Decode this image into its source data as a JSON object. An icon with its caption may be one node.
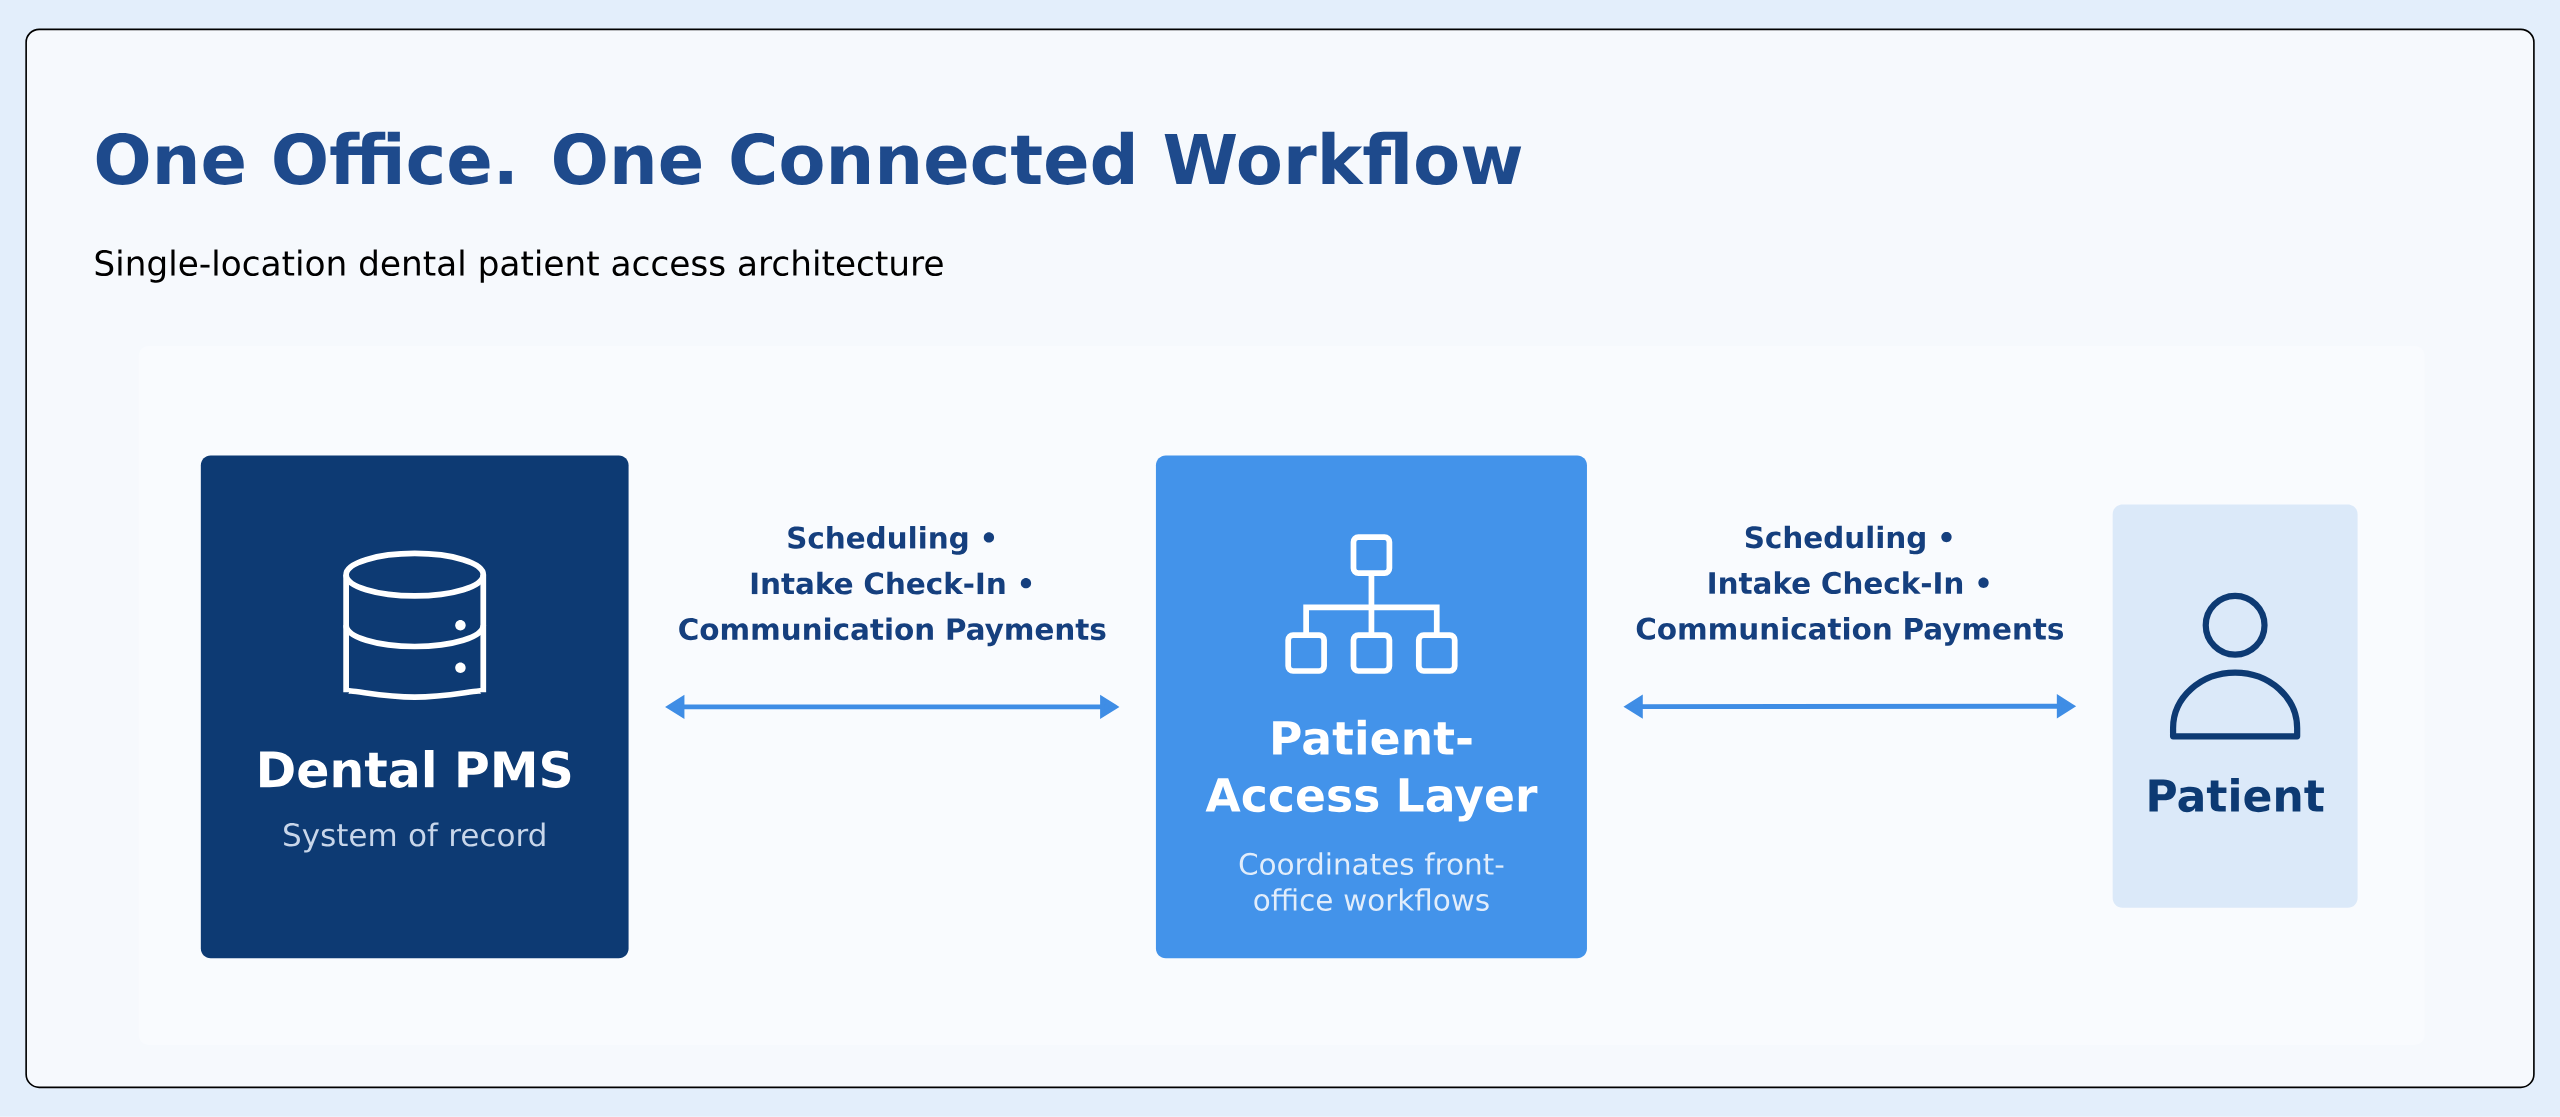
{
  "diagram": {
    "title": "One Office. One Connected Workflow",
    "nodes": [
      {
        "text": [
          "Dental PMS",
          "System of record"
        ]
      },
      {
        "text": [
          "Patient-Access Layer",
          "Coordinates front-office workflows"
        ]
      },
      {
        "text": [
          "Patient"
        ]
      }
    ],
    "edges": [
      {
        "from": 0,
        "to": 1,
        "arrow": "both",
        "label": "Scheduling • Intake Check-In • Communication Payments"
      },
      {
        "from": 1,
        "to": 2,
        "arrow": "both",
        "label": "Scheduling • Intake Check-In • Communication Payments"
      }
    ],
    "labels": [
      "Single-location dental patient access architecture"
    ]
  }
}
